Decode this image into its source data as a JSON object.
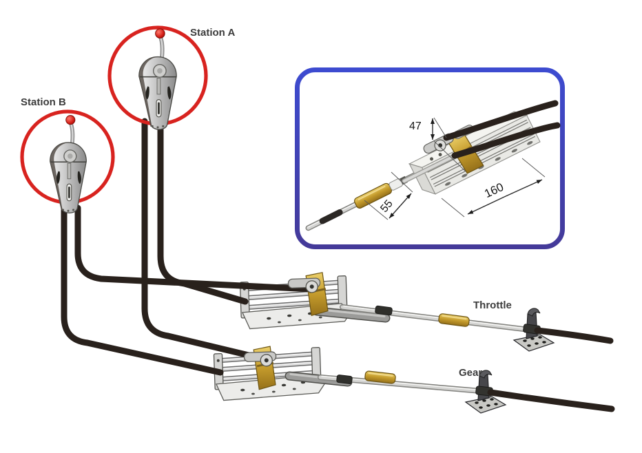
{
  "diagram": {
    "stations": {
      "a_label": "Station A",
      "b_label": "Station B"
    },
    "cables": {
      "throttle_label": "Throttle",
      "gear_label": "Gear"
    },
    "inset": {
      "dim_47": "47",
      "dim_55": "55",
      "dim_160": "160"
    },
    "colors": {
      "accent_red": "#d8231f",
      "cable_black": "#29211c",
      "gold": "#c79f2f",
      "silver": "#c9c9c9",
      "inset_border_top": "#3d4bd0",
      "inset_border_bottom": "#443a99",
      "label_text": "#3c3c3c",
      "dim_text": "#161616"
    }
  }
}
